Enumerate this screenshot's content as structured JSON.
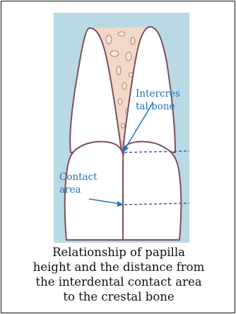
{
  "labels": {
    "interproximal_bone_line1": "Intercres",
    "interproximal_bone_line2": "tal bone",
    "contact_area_line1": "Contact",
    "contact_area_line2": "area"
  },
  "caption": {
    "line1": "Relationship of papilla",
    "line2": "height and the distance from",
    "line3": "the interdental contact area",
    "line4": "to the crestal bone"
  },
  "colors": {
    "background_panel": "#b9d9e5",
    "bone": "#f1d8c9",
    "gum": "#f0c4cc",
    "tooth": "#ffffff",
    "tooth_outline": "#7a5060",
    "annotation": "#1f73b8",
    "dashed_line": "#5a4fb0"
  }
}
